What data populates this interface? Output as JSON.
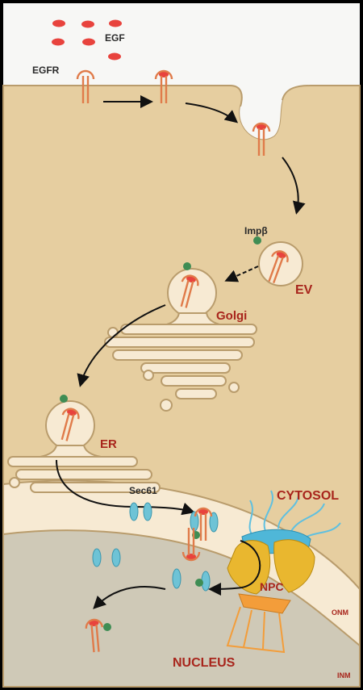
{
  "labels": {
    "egf": "EGF",
    "egfr": "EGFR",
    "imp": "Impβ",
    "ev": "EV",
    "golgi": "Golgi",
    "er": "ER",
    "sec61": "Sec61",
    "cytosol": "CYTOSOL",
    "npc": "NPC",
    "onm": "ONM",
    "nucleus": "NUCLEUS",
    "inm": "INM"
  },
  "colors": {
    "extracellular": "#f7f7f5",
    "cytoplasm": "#e6cea0",
    "lumen": "#f7ead3",
    "membrane_edge": "#b99c6c",
    "nucleus": "#cfc9b7",
    "receptor": "#e07b4a",
    "ligand": "#e8433d",
    "importin": "#3f8d54",
    "sec61": "#6ec3d6",
    "npc_gold": "#e9b72f",
    "npc_blue": "#4fb7d8",
    "label_red": "#a8251c"
  }
}
